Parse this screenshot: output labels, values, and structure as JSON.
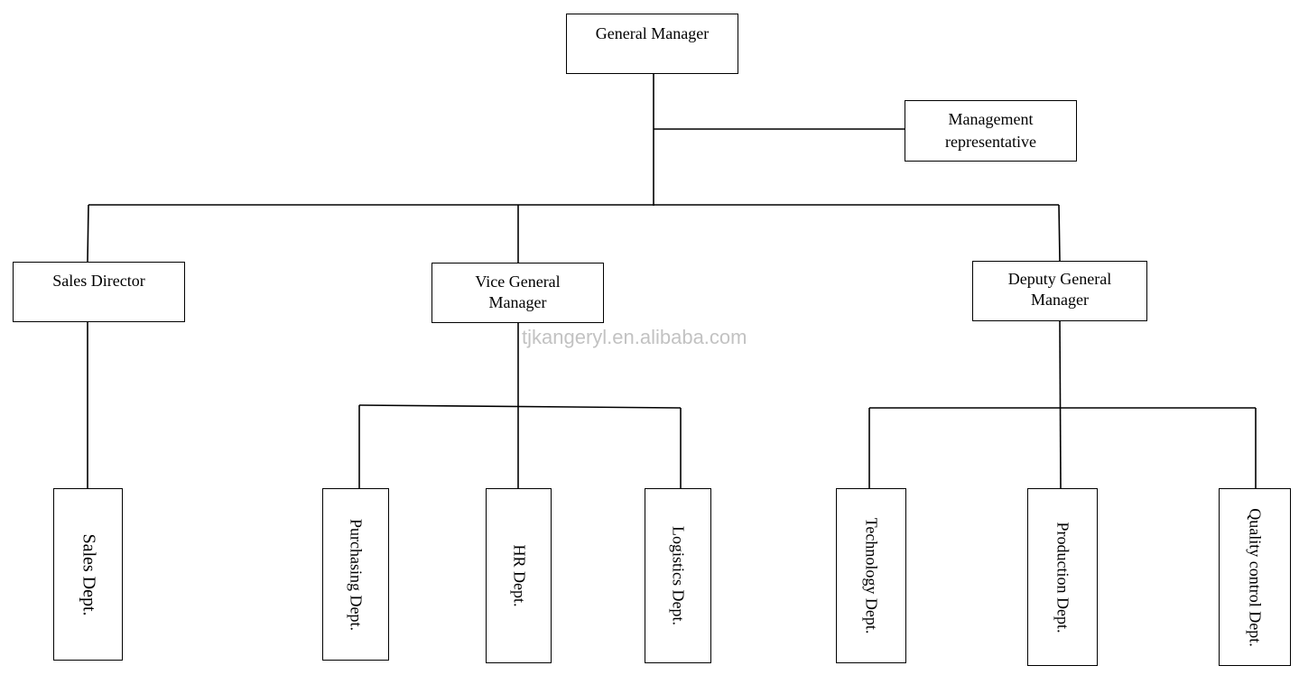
{
  "nodes": {
    "general_manager": "General Manager",
    "management_rep": [
      "Management",
      "representative"
    ],
    "sales_director": "Sales Director",
    "vice_gm": [
      "Vice General",
      "Manager"
    ],
    "deputy_gm": [
      "Deputy General",
      "Manager"
    ],
    "sales_dept": "Sales Dept.",
    "purchasing_dept": "Purchasing Dept.",
    "hr_dept": "HR Dept.",
    "logistics_dept": "Logistics Dept.",
    "technology_dept": "Technology Dept.",
    "production_dept": "Production Dept.",
    "quality_dept": "Quality control Dept."
  },
  "watermark": "tjkangeryl.en.alibaba.com"
}
